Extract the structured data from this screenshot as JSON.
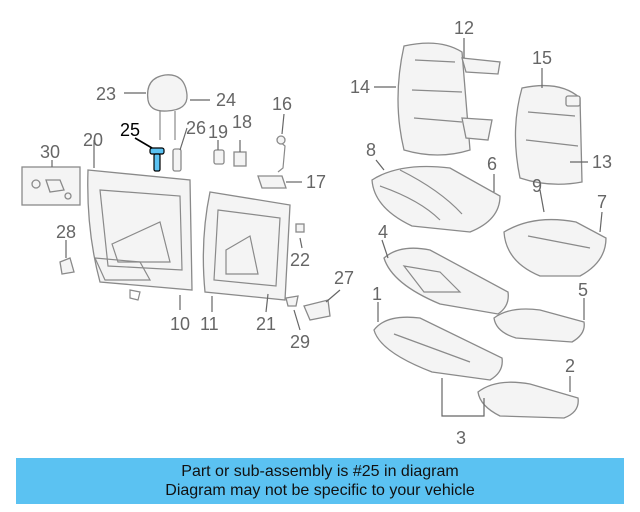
{
  "diagram": {
    "callouts": [
      {
        "id": "c1",
        "label": "1"
      },
      {
        "id": "c2",
        "label": "2"
      },
      {
        "id": "c3",
        "label": "3"
      },
      {
        "id": "c4",
        "label": "4"
      },
      {
        "id": "c5",
        "label": "5"
      },
      {
        "id": "c6",
        "label": "6"
      },
      {
        "id": "c7",
        "label": "7"
      },
      {
        "id": "c8",
        "label": "8"
      },
      {
        "id": "c9",
        "label": "9"
      },
      {
        "id": "c10",
        "label": "10"
      },
      {
        "id": "c11",
        "label": "11"
      },
      {
        "id": "c12",
        "label": "12"
      },
      {
        "id": "c13",
        "label": "13"
      },
      {
        "id": "c14",
        "label": "14"
      },
      {
        "id": "c15",
        "label": "15"
      },
      {
        "id": "c16",
        "label": "16"
      },
      {
        "id": "c17",
        "label": "17"
      },
      {
        "id": "c18",
        "label": "18"
      },
      {
        "id": "c19",
        "label": "19"
      },
      {
        "id": "c20",
        "label": "20"
      },
      {
        "id": "c21",
        "label": "21"
      },
      {
        "id": "c22",
        "label": "22"
      },
      {
        "id": "c23",
        "label": "23"
      },
      {
        "id": "c24",
        "label": "24"
      },
      {
        "id": "c25",
        "label": "25",
        "highlighted": true
      },
      {
        "id": "c26",
        "label": "26"
      },
      {
        "id": "c27",
        "label": "27"
      },
      {
        "id": "c28",
        "label": "28"
      },
      {
        "id": "c29",
        "label": "29"
      },
      {
        "id": "c30",
        "label": "30"
      }
    ],
    "highlight_color": "#5bc2f2"
  },
  "banner": {
    "line1": "Part or sub-assembly is #25 in diagram",
    "line2": "Diagram may not be specific to your vehicle",
    "background": "#5bc2f2"
  }
}
